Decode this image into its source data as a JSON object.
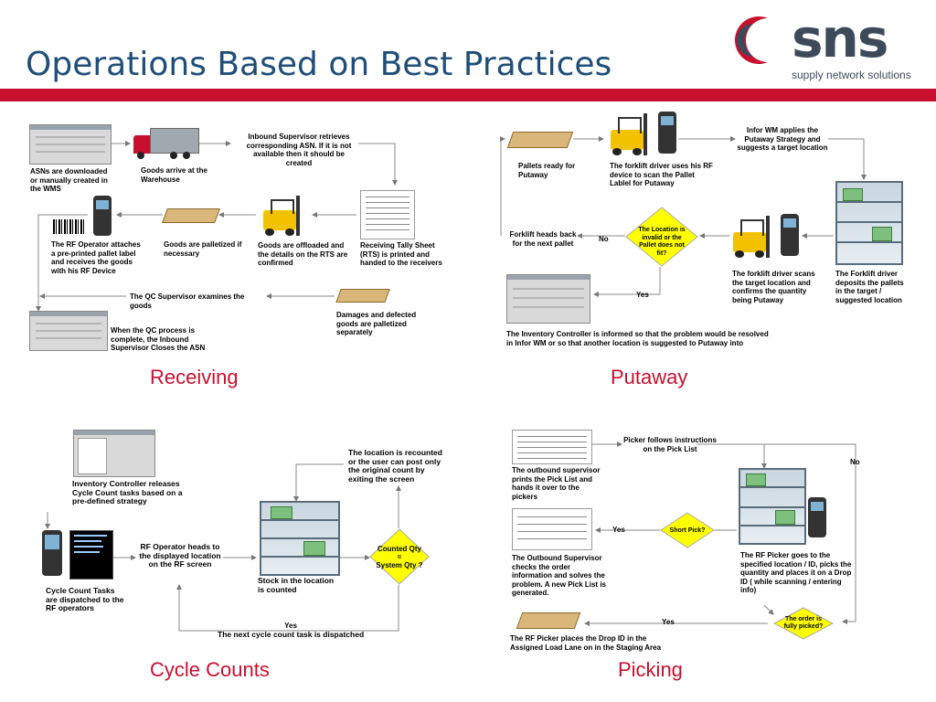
{
  "header": {
    "title": "Operations Based on Best Practices",
    "logo_brand": "sns",
    "logo_tagline": "supply network solutions"
  },
  "receiving": {
    "section_title": "Receiving",
    "asn": "ASNs are downloaded or manually created in the WMS",
    "goods_arrive": "Goods arrive at the Warehouse",
    "supervisor_retrieves": "Inbound Supervisor retrieves corresponding ASN.  If it is not available then it should be created",
    "tally_sheet": "Receiving Tally Sheet (RTS) is printed and handed to the receivers",
    "offloaded": "Goods are offloaded and the details on the RTS are confirmed",
    "palletized": "Goods are palletized if necessary",
    "rf_operator": "The RF Operator attaches a pre-printed pallet label and receives the goods with his RF Device",
    "qc_examines": "The QC Supervisor examines the goods",
    "damages": "Damages and defected goods are palletized separately",
    "qc_complete": "When the QC process is complete, the Inbound Supervisor Closes the ASN"
  },
  "putaway": {
    "section_title": "Putaway",
    "pallets_ready": "Pallets ready for Putaway",
    "forklift_scan": "The forklift driver uses his RF device to scan the Pallet Lablel for Putaway",
    "infor_applies": "Infor WM applies the Putaway Strategy and suggests a target location",
    "forklift_back": "Forklift heads back for the next pallet",
    "no_label": "No",
    "location_invalid": "The Location is invalid or the Pallet does not fit?",
    "driver_scans": "The forklift driver scans the target location and confirms the quantity being Putaway",
    "deposits": "The Forklift driver deposits the pallets in the target / suggested location",
    "yes_label": "Yes",
    "inventory_informed": "The Inventory Controller is informed so that the problem would be resolved in Infor WM or so that another location is suggested to Putaway into"
  },
  "cycle": {
    "section_title": "Cycle Counts",
    "releases": "Inventory Controller releases Cycle Count tasks based on a pre-defined strategy",
    "dispatched": "Cycle Count Tasks are dispatched to the RF operators",
    "heads_to": "RF Operator heads to the displayed location on the RF screen",
    "stock_counted": "Stock in the location is counted",
    "recounted": "The location is recounted or the user can post only the original count by exiting the screen",
    "counted_qty": "Counted Qty",
    "equals": "=",
    "system_qty": "System Qty ?",
    "yes_label": "Yes",
    "next_task": "The next cycle count task is dispatched"
  },
  "picking": {
    "section_title": "Picking",
    "prints_list": "The outbound supervisor prints the Pick List and hands it over to the pickers",
    "follows": "Picker follows instructions on the Pick List",
    "no_label": "No",
    "yes_short": "Yes",
    "short_pick": "Short Pick?",
    "outbound_checks": "The Outbound Supervisor checks the order information and solves the problem.  A new Pick List is generated.",
    "picker_goes": "The RF Picker goes to the specified location / ID, picks the quantity and places it on a Drop ID ( while scanning / entering info)",
    "yes_full": "Yes",
    "fully_picked": "The order is fully picked?",
    "places_drop": "The RF Picker places the Drop ID in the Assigned Load Lane on in the Staging Area"
  },
  "colors": {
    "title_blue": "#1f4e79",
    "accent_red": "#c8102e",
    "diamond_yellow": "#ffff00"
  }
}
